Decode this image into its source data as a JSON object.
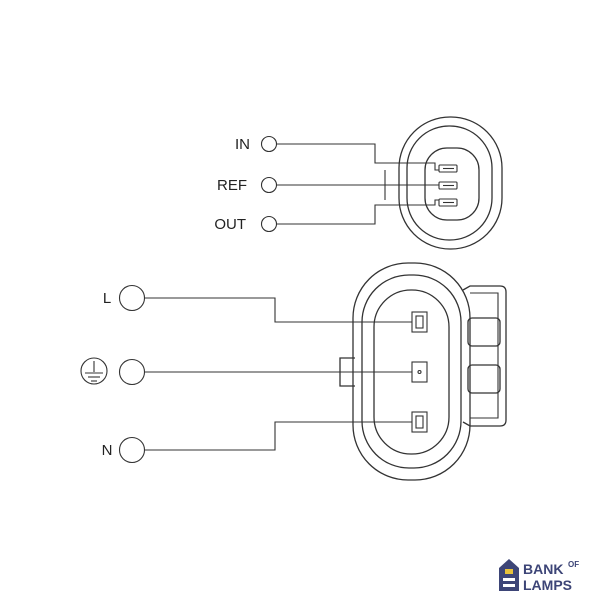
{
  "signal_connector": {
    "pins": [
      {
        "label": "IN"
      },
      {
        "label": "REF"
      },
      {
        "label": "OUT"
      }
    ]
  },
  "power_connector": {
    "pins": [
      {
        "label": "L"
      },
      {
        "label": "",
        "icon": "ground-icon"
      },
      {
        "label": "N"
      }
    ]
  },
  "logo": {
    "line1": "BANK",
    "line1_small": "OF",
    "line2": "LAMPS",
    "color": "#3d4577",
    "accent": "#e8c23a"
  }
}
